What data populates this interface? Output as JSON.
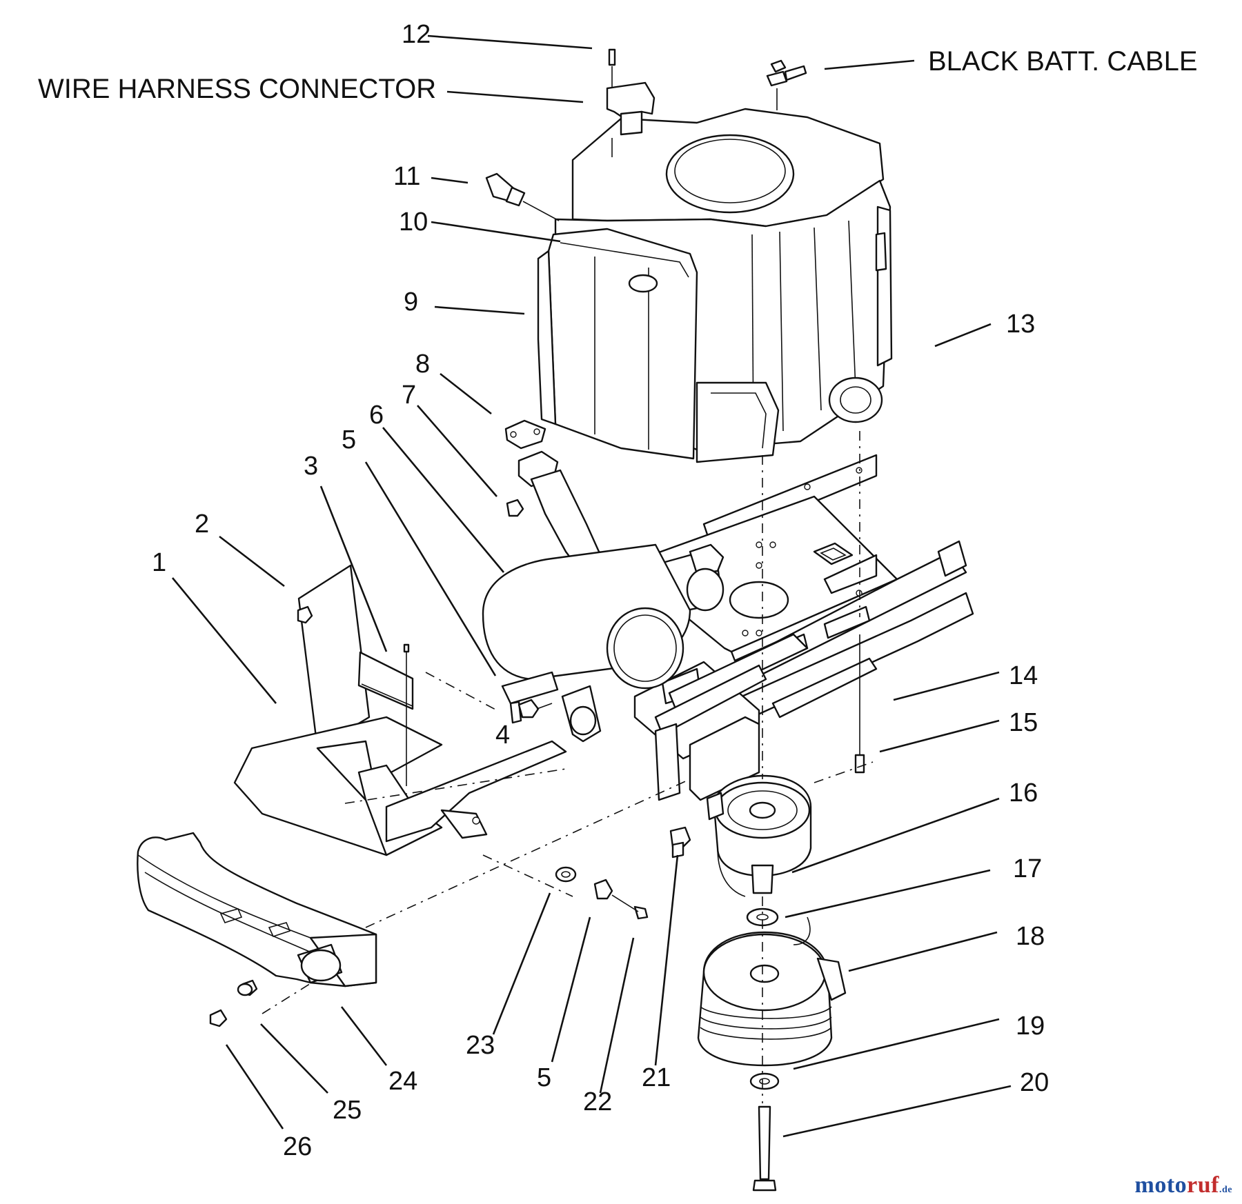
{
  "labels": {
    "wire_harness": "WIRE HARNESS CONNECTOR",
    "black_batt": "BLACK BATT. CABLE"
  },
  "callouts": {
    "c1": "1",
    "c2": "2",
    "c3": "3",
    "c4": "4",
    "c5": "5",
    "c5b": "5",
    "c6": "6",
    "c7": "7",
    "c8": "8",
    "c9": "9",
    "c10": "10",
    "c11": "11",
    "c12": "12",
    "c13": "13",
    "c14": "14",
    "c15": "15",
    "c16": "16",
    "c17": "17",
    "c18": "18",
    "c19": "19",
    "c20": "20",
    "c21": "21",
    "c22": "22",
    "c23": "23",
    "c24": "24",
    "c25": "25",
    "c26": "26"
  },
  "watermark": {
    "part_a": "moto",
    "part_b": "ruf",
    "part_c": ".de"
  }
}
